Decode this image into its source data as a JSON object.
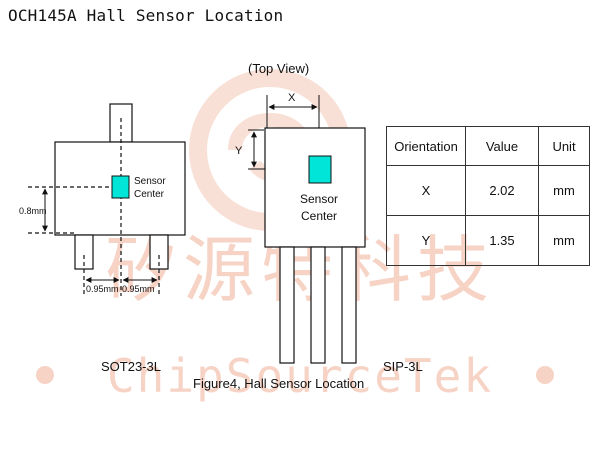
{
  "header": {
    "title": "OCH145A Hall Sensor Location"
  },
  "left_package": {
    "sensor_label_line1": "Sensor",
    "sensor_label_line2": "Center",
    "vertical_dimension": "0.8mm",
    "horizontal_dimension_left": "0.95mm",
    "horizontal_dimension_right": "0.95mm",
    "package_name": "SOT23-3L"
  },
  "right_package": {
    "view_label": "(Top View)",
    "x_label": "X",
    "y_label": "Y",
    "sensor_label_line1": "Sensor",
    "sensor_label_line2": "Center",
    "package_name": "SIP-3L"
  },
  "figure_caption": "Figure4, Hall Sensor Location",
  "table": {
    "headers": [
      "Orientation",
      "Value",
      "Unit"
    ],
    "rows": [
      {
        "orientation": "X",
        "value": "2.02",
        "unit": "mm"
      },
      {
        "orientation": "Y",
        "value": "1.35",
        "unit": "mm"
      }
    ]
  },
  "watermark": {
    "chinese_text": "矽源特科技",
    "english_text": "ChipSourceTek"
  },
  "colors": {
    "sensor_fill": "#00e5d8",
    "watermark": "#f6d3c5",
    "outline": "#111111"
  }
}
